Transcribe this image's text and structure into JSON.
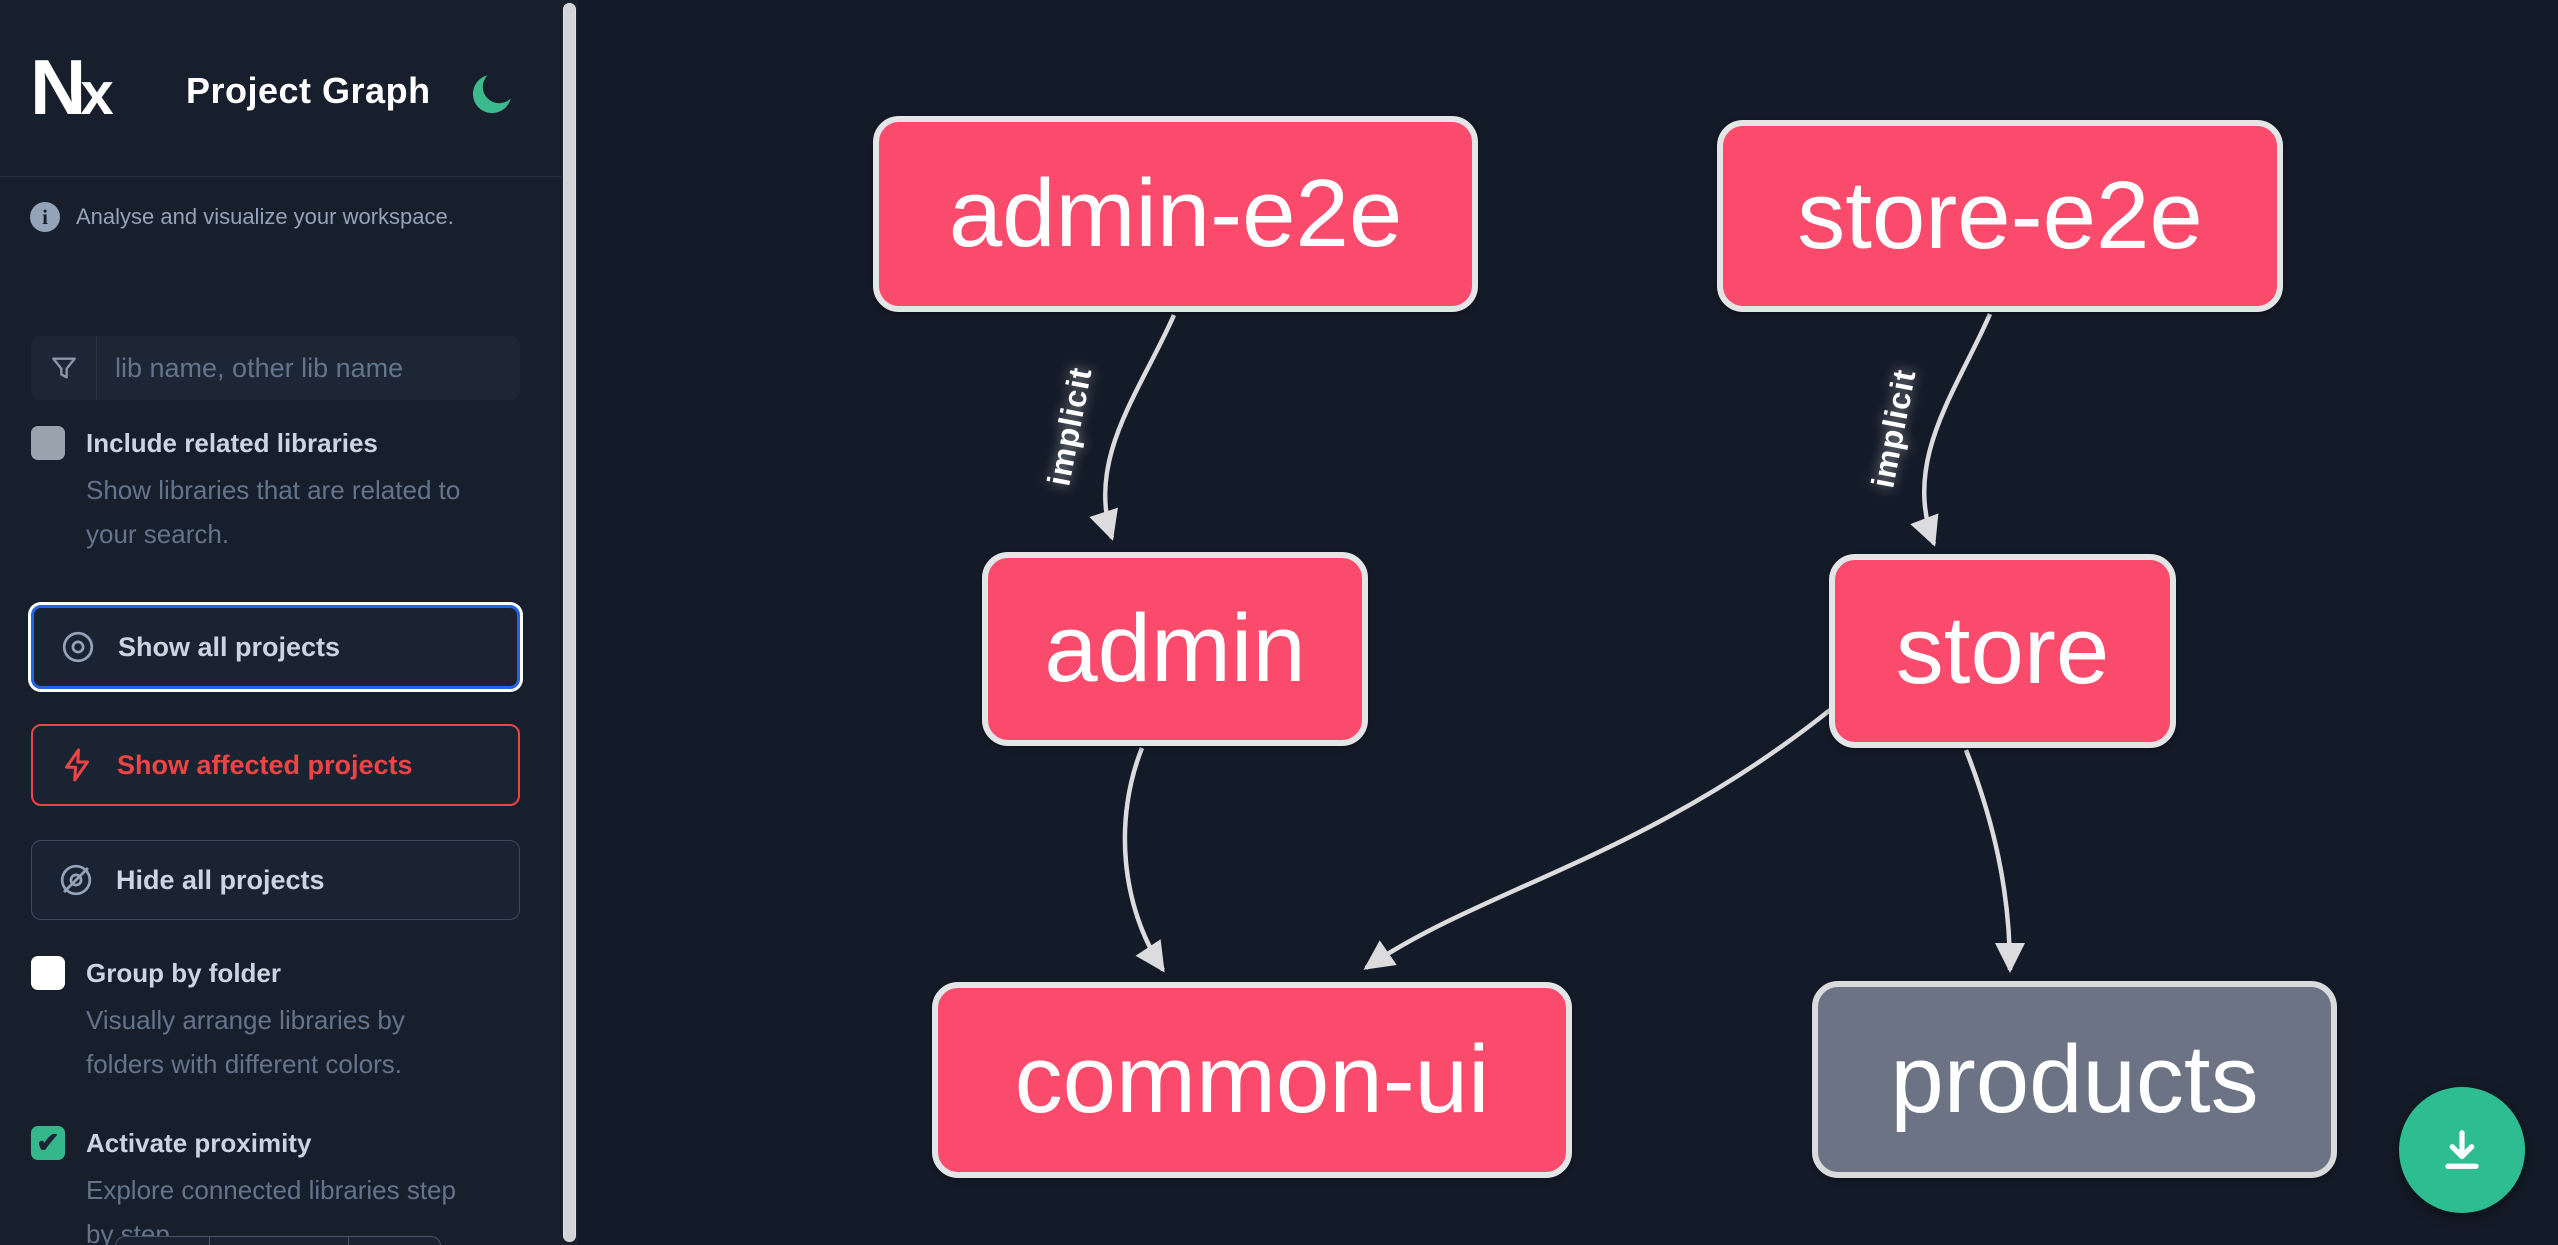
{
  "app": {
    "logo_text": "N",
    "logo_text_x": "x",
    "title": "Project Graph"
  },
  "sidebar": {
    "tagline": "Analyse and visualize your workspace.",
    "search_placeholder": "lib name, other lib name",
    "include_related": {
      "label": "Include related libraries",
      "description": "Show libraries that are related to your search.",
      "checked": false
    },
    "actions": {
      "show_all": "Show all projects",
      "show_affected": "Show affected projects",
      "hide_all": "Hide all projects"
    },
    "group_by_folder": {
      "label": "Group by folder",
      "description": "Visually arrange libraries by folders with different colors.",
      "checked": false
    },
    "activate_proximity": {
      "label": "Activate proximity",
      "description": "Explore connected libraries step by step.",
      "checked": true
    }
  },
  "graph": {
    "nodes": [
      {
        "label": "admin-e2e",
        "status": "affected"
      },
      {
        "label": "store-e2e",
        "status": "affected"
      },
      {
        "label": "admin",
        "status": "affected"
      },
      {
        "label": "store",
        "status": "affected"
      },
      {
        "label": "common-ui",
        "status": "affected"
      },
      {
        "label": "products",
        "status": "unaffected"
      }
    ],
    "edges": [
      {
        "from": "admin-e2e",
        "to": "admin",
        "type": "implicit",
        "label": "implicit"
      },
      {
        "from": "store-e2e",
        "to": "store",
        "type": "implicit",
        "label": "implicit"
      },
      {
        "from": "admin",
        "to": "common-ui",
        "type": "static",
        "label": ""
      },
      {
        "from": "store",
        "to": "common-ui",
        "type": "static",
        "label": ""
      },
      {
        "from": "store",
        "to": "products",
        "type": "static",
        "label": ""
      }
    ]
  },
  "colors": {
    "affected_node": "#fb4b6d",
    "unaffected_node": "#6b7384",
    "edge": "#dcdcde",
    "accent_blue": "#2563eb",
    "affected_red": "#ef4444",
    "fab_green": "#2ebd90",
    "moon_green": "#3cb98d",
    "sidebar_bg": "#171e2c",
    "canvas_bg": "#141b28"
  }
}
